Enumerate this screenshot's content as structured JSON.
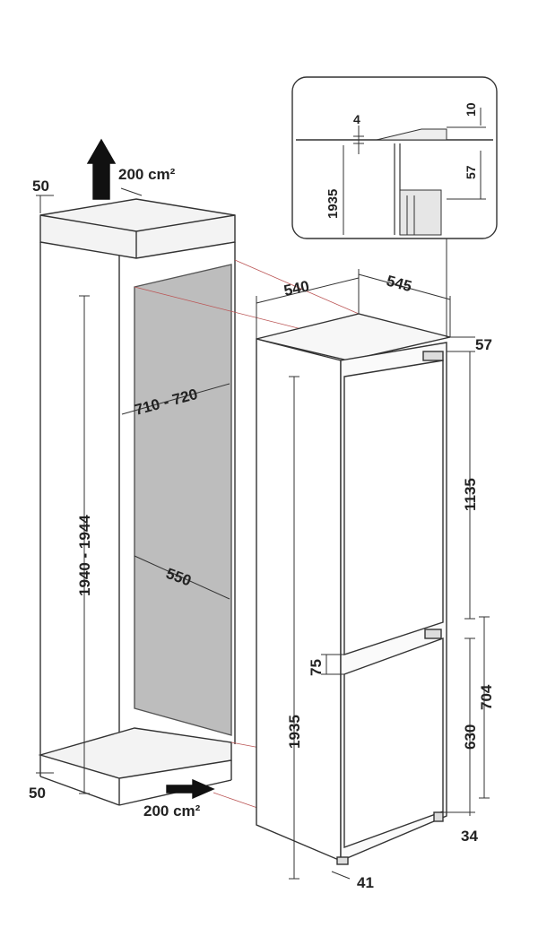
{
  "niche": {
    "vent_top": "200 cm²",
    "vent_bottom": "200 cm²",
    "side_gap_top": "50",
    "side_gap_bottom": "50",
    "height": "1940 - 1944",
    "width": "550",
    "inner_height_range": "710 - 720"
  },
  "appliance": {
    "depth": "540",
    "width": "545",
    "top_offset": "57",
    "upper_door": "1135",
    "gap": "75",
    "lower_door_a": "704",
    "lower_door_b": "630",
    "total_height": "1935",
    "foot": "34",
    "base_depth": "41"
  },
  "detail": {
    "gap_top": "4",
    "gap_right": "10",
    "height": "1935",
    "offset": "57"
  }
}
